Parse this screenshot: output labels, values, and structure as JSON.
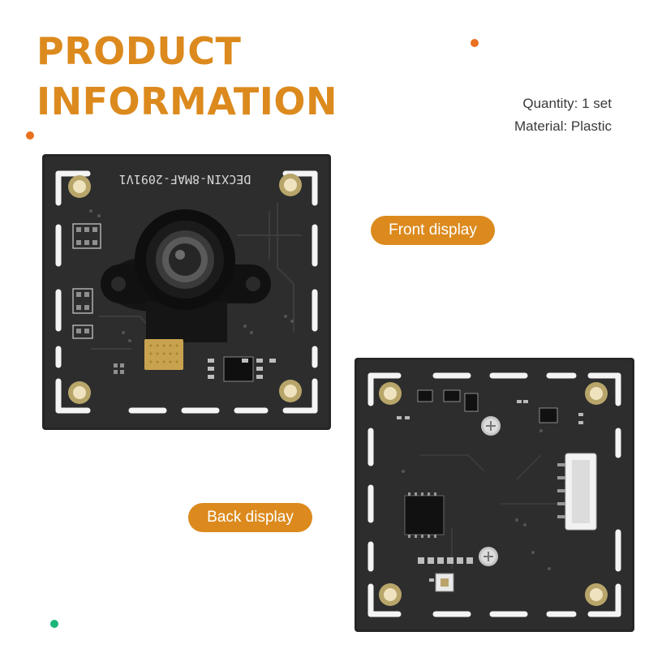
{
  "heading": {
    "line1": "PRODUCT",
    "line2": "INFORMATION"
  },
  "specs": {
    "quantity": "Quantity: 1 set",
    "material": "Material: Plastic"
  },
  "labels": {
    "front": "Front display",
    "back": "Back display"
  },
  "board": {
    "silkscreen": "DECXIN-8MAF-2091V1"
  },
  "colors": {
    "accent": "#dc8a1e",
    "dot_orange": "#e8701f",
    "dot_green": "#19b77a",
    "pcb": "#262626",
    "text": "#3a3a3a"
  },
  "icons": {
    "lens": "camera-lens-icon",
    "connector": "connector-icon",
    "chip": "chip-icon",
    "screw": "screw-icon"
  }
}
